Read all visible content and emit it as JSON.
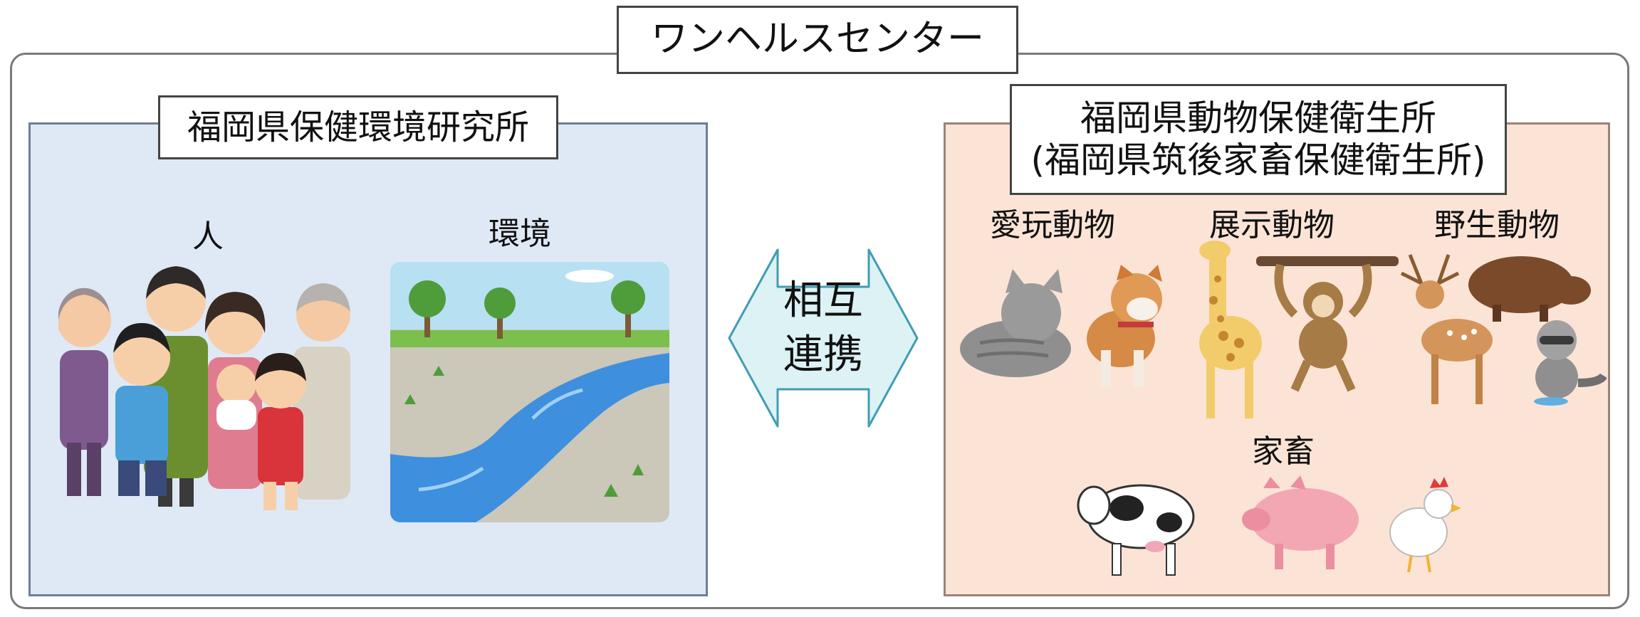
{
  "title": "ワンヘルスセンター",
  "left": {
    "title": "福岡県保健環境研究所",
    "label_people": "人",
    "label_environment": "環境"
  },
  "center": {
    "line1": "相互",
    "line2": "連携"
  },
  "right": {
    "title_line1": "福岡県動物保健衛生所",
    "title_line2": "(福岡県筑後家畜保健衛生所)",
    "label_pets": "愛玩動物",
    "label_zoo": "展示動物",
    "label_wild": "野生動物",
    "label_livestock": "家畜"
  },
  "colors": {
    "left_panel": "#dfe9f5",
    "right_panel": "#fbe4d6",
    "arrow_fill": "#dcf2f5",
    "arrow_stroke": "#3f9db3",
    "border_grey": "#7a7a7a"
  }
}
